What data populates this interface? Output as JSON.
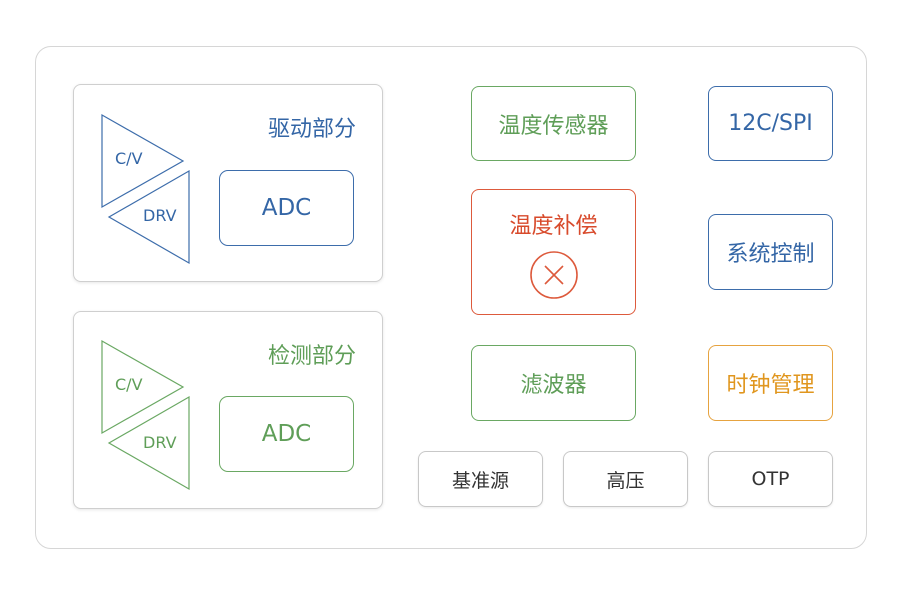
{
  "drive": {
    "title": "驱动部分",
    "cv": "C/V",
    "drv": "DRV",
    "adc": "ADC",
    "color": "#3466a6"
  },
  "detect": {
    "title": "检测部分",
    "cv": "C/V",
    "drv": "DRV",
    "adc": "ADC",
    "color": "#5f9e58"
  },
  "blocks": {
    "temp_sensor": "温度传感器",
    "temp_comp": "温度补偿",
    "temp_comp_icon": "close-circle-icon",
    "filter": "滤波器",
    "i2c_spi": "12C/SPI",
    "sys_control": "系统控制",
    "clock_mgmt": "时钟管理",
    "reference": "基准源",
    "high_voltage": "高压",
    "otp": "OTP"
  }
}
